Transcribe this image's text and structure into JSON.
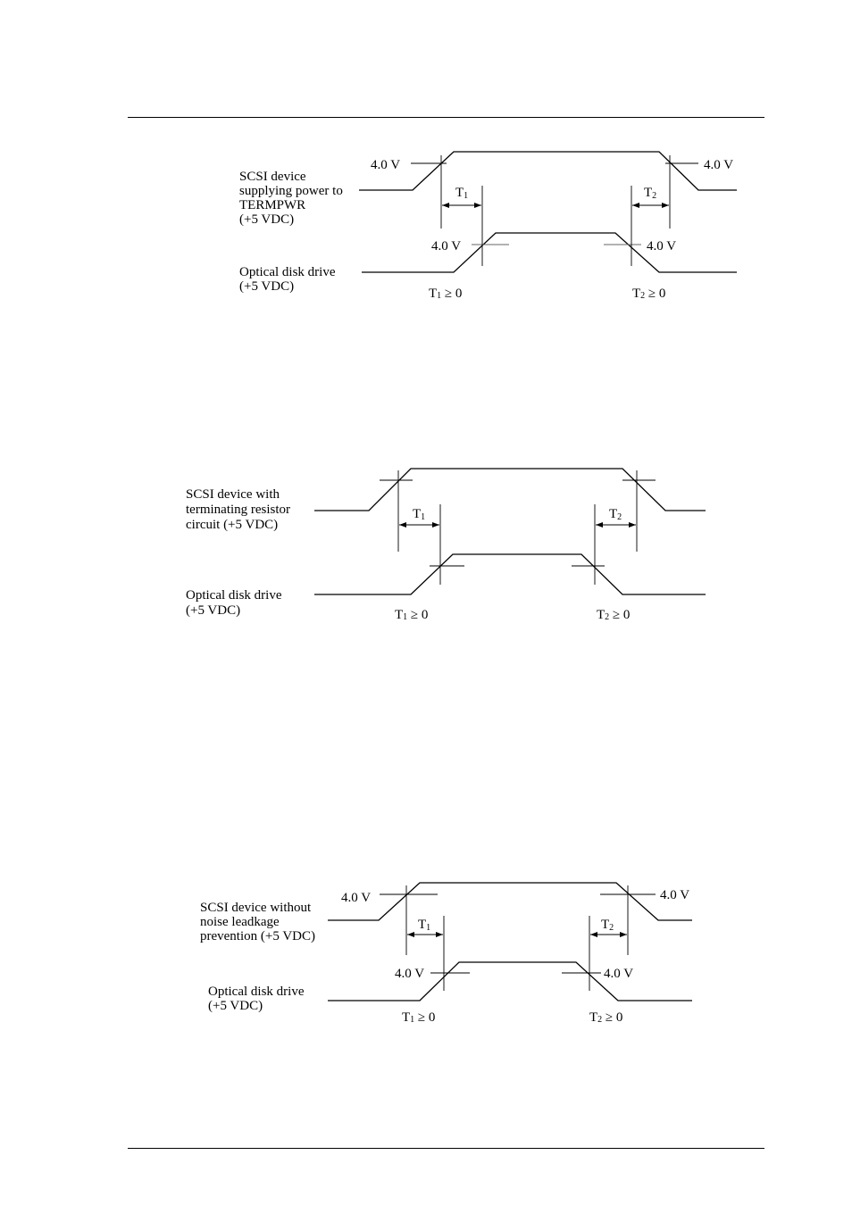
{
  "diagrams": [
    {
      "upper_label": [
        "SCSI device",
        "supplying power to",
        "TERMPWR",
        "(+5 VDC)"
      ],
      "lower_label": [
        "Optical disk drive",
        "(+5 VDC)"
      ],
      "threshold_labels": [
        "4.0 V",
        "4.0 V",
        "4.0 V",
        "4.0 V"
      ],
      "t1": {
        "main": "T",
        "sub": "1"
      },
      "t2": {
        "main": "T",
        "sub": "2"
      },
      "t1_cond": {
        "main": "T",
        "sub": "1",
        "rest": " ≥ 0"
      },
      "t2_cond": {
        "main": "T",
        "sub": "2",
        "rest": " ≥ 0"
      }
    },
    {
      "upper_label": [
        "SCSI device with",
        "terminating resistor",
        "circuit (+5 VDC)"
      ],
      "lower_label": [
        "Optical disk drive",
        "(+5 VDC)"
      ],
      "t1": {
        "main": "T",
        "sub": "1"
      },
      "t2": {
        "main": "T",
        "sub": "2"
      },
      "t1_cond": {
        "main": "T",
        "sub": "1",
        "rest": " ≥ 0"
      },
      "t2_cond": {
        "main": "T",
        "sub": "2",
        "rest": " ≥ 0"
      }
    },
    {
      "upper_label": [
        "SCSI device without",
        "noise leadkage",
        "prevention (+5 VDC)"
      ],
      "lower_label": [
        "Optical disk drive",
        "(+5 VDC)"
      ],
      "threshold_labels": [
        "4.0 V",
        "4.0 V",
        "4.0 V",
        "4.0 V"
      ],
      "t1": {
        "main": "T",
        "sub": "1"
      },
      "t2": {
        "main": "T",
        "sub": "2"
      },
      "t1_cond": {
        "main": "T",
        "sub": "1",
        "rest": " ≥ 0"
      },
      "t2_cond": {
        "main": "T",
        "sub": "2",
        "rest": " ≥ 0"
      }
    }
  ]
}
